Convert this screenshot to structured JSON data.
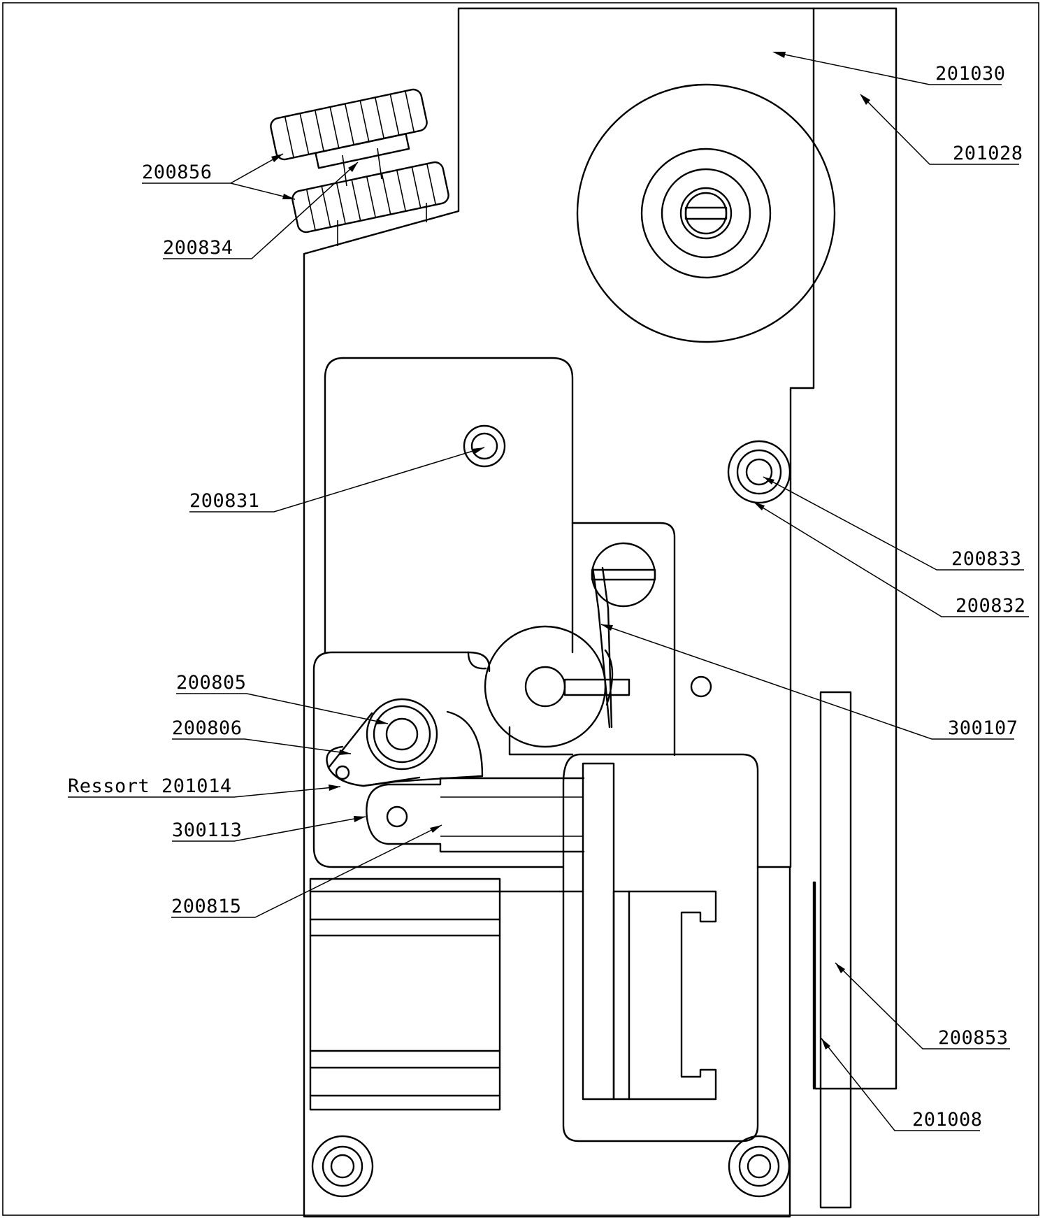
{
  "labels": {
    "l201030": "201030",
    "l201028": "201028",
    "l200856": "200856",
    "l200834": "200834",
    "l200831": "200831",
    "l200833": "200833",
    "l200832": "200832",
    "l300107": "300107",
    "l200805": "200805",
    "l200806": "200806",
    "l201014": "Ressort 201014",
    "l300113": "300113",
    "l200815": "200815",
    "l200853": "200853",
    "l201008": "201008"
  }
}
